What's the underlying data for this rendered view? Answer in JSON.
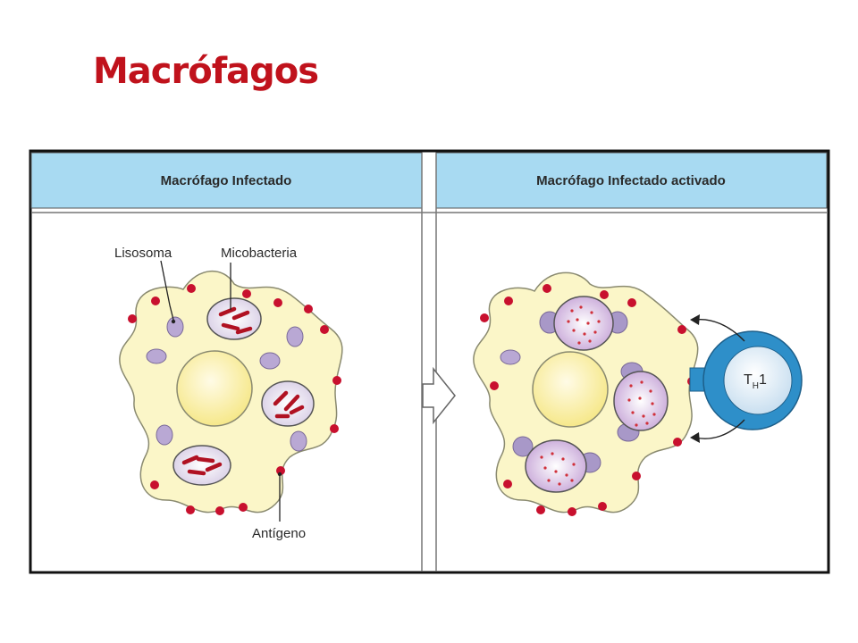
{
  "title": "Macrófagos",
  "panels": {
    "left": {
      "header": "Macrófago Infectado"
    },
    "right": {
      "header": "Macrófago Infectado activado"
    }
  },
  "labels": {
    "lysosome": "Lisosoma",
    "mycobacteria": "Micobacteria",
    "antigen": "Antígeno"
  },
  "th1": {
    "main": "T",
    "sub": "H",
    "suffix": "1"
  },
  "colors": {
    "title": "#c0121c",
    "header_fill": "#a8daf2",
    "cell_fill": "#fbf6c8",
    "lysosome": "#b9a8d4",
    "antigen": "#c8102e",
    "th1_ring": "#2e8fc9"
  }
}
